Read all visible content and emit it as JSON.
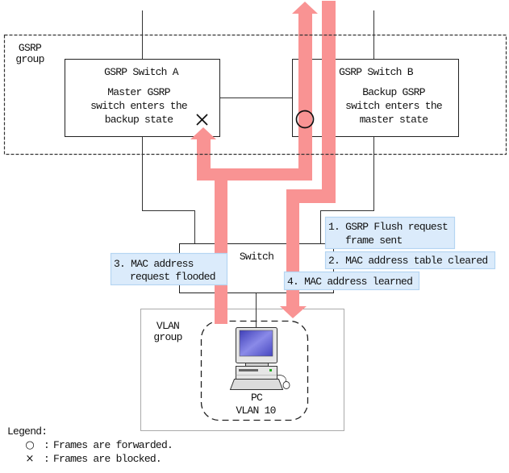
{
  "gsrp_group": {
    "label_lines": [
      "GSRP",
      "group"
    ]
  },
  "switch_a": {
    "title": "GSRP Switch A",
    "status_lines": [
      "Master GSRP",
      "switch enters the",
      "backup state"
    ],
    "port_marker": "blocked-x"
  },
  "switch_b": {
    "title": "GSRP Switch B",
    "status_lines": [
      "Backup GSRP",
      "switch enters the",
      "master state"
    ],
    "port_marker": "forwarded-circle"
  },
  "switch": {
    "title": "Switch"
  },
  "steps": [
    {
      "lines": [
        "1. GSRP Flush request",
        "frame sent"
      ]
    },
    {
      "lines": [
        "2. MAC address table cleared"
      ]
    },
    {
      "lines": [
        "3. MAC address",
        "request flooded"
      ]
    },
    {
      "lines": [
        "4. MAC address learned"
      ]
    }
  ],
  "vlan_group": {
    "label_lines": [
      "VLAN",
      "group"
    ]
  },
  "pc": {
    "label_lines": [
      "PC",
      "VLAN 10"
    ],
    "icon": "desktop-computer-icon"
  },
  "legend": {
    "title": "Legend:",
    "items": [
      {
        "symbol": "○",
        "separator": ":",
        "text": "Frames are forwarded."
      },
      {
        "symbol": "×",
        "separator": ":",
        "text": "Frames are blocked."
      }
    ]
  },
  "colors": {
    "flow_arrow": "#f99393",
    "step_label_fill": "#dbebfb",
    "pc_screen": "#5a5ad0"
  }
}
